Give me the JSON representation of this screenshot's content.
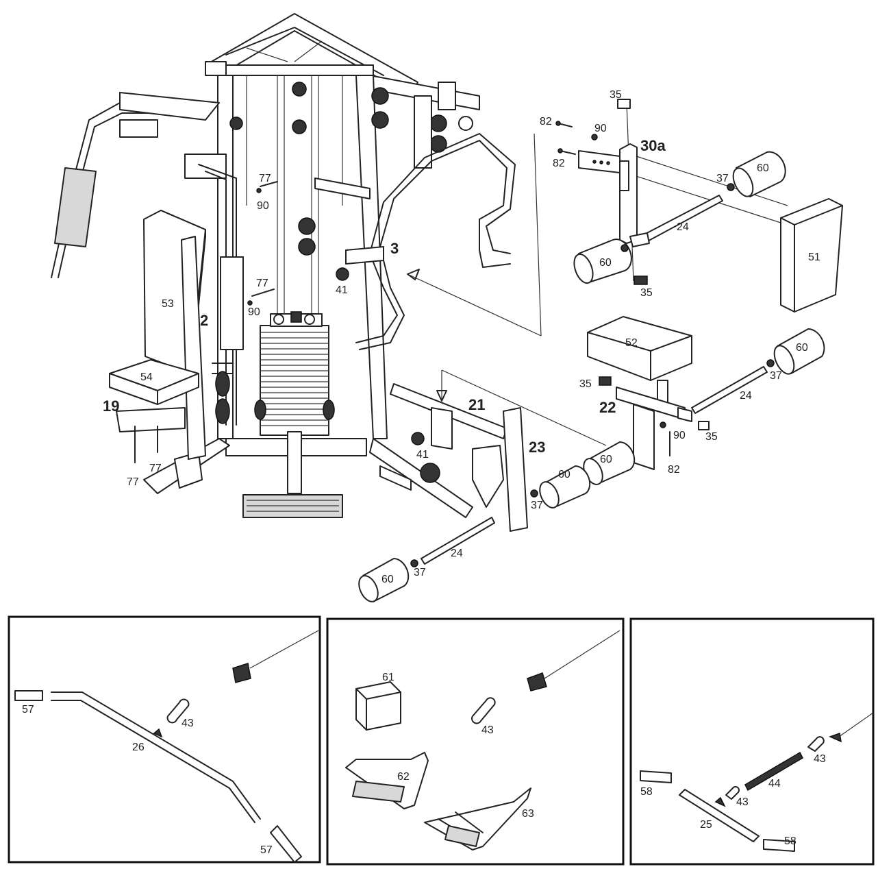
{
  "main_labels": {
    "p35_top": "35",
    "p82_a": "82",
    "p90_a": "90",
    "p30a": "30a",
    "p82_b": "82",
    "p37_a": "37",
    "p60_a": "60",
    "p77_a": "77",
    "p90_b": "90",
    "p24_a": "24",
    "p3": "3",
    "p60_b": "60",
    "p51": "51",
    "p41_a": "41",
    "p35_b": "35",
    "p53": "53",
    "p77_b": "77",
    "p2": "2",
    "p90_c": "90",
    "p52": "52",
    "p60_c": "60",
    "p37_b": "37",
    "p54": "54",
    "p35_c": "35",
    "p19": "19",
    "p21": "21",
    "p24_b": "24",
    "p22": "22",
    "p90_d": "90",
    "p35_d": "35",
    "p23": "23",
    "p41_b": "41",
    "p60_d": "60",
    "p60_e": "60",
    "p82_c": "82",
    "p77_c": "77",
    "p77_d": "77",
    "p37_c": "37",
    "p24_c": "24",
    "p37_d": "37",
    "p60_f": "60"
  },
  "inset_left": {
    "p57_a": "57",
    "p43": "43",
    "p26": "26",
    "p57_b": "57"
  },
  "inset_middle": {
    "p61": "61",
    "p43": "43",
    "p62": "62",
    "p63": "63"
  },
  "inset_right": {
    "p43_a": "43",
    "p44": "44",
    "p58_a": "58",
    "p43_b": "43",
    "p25": "25",
    "p58_b": "58"
  }
}
